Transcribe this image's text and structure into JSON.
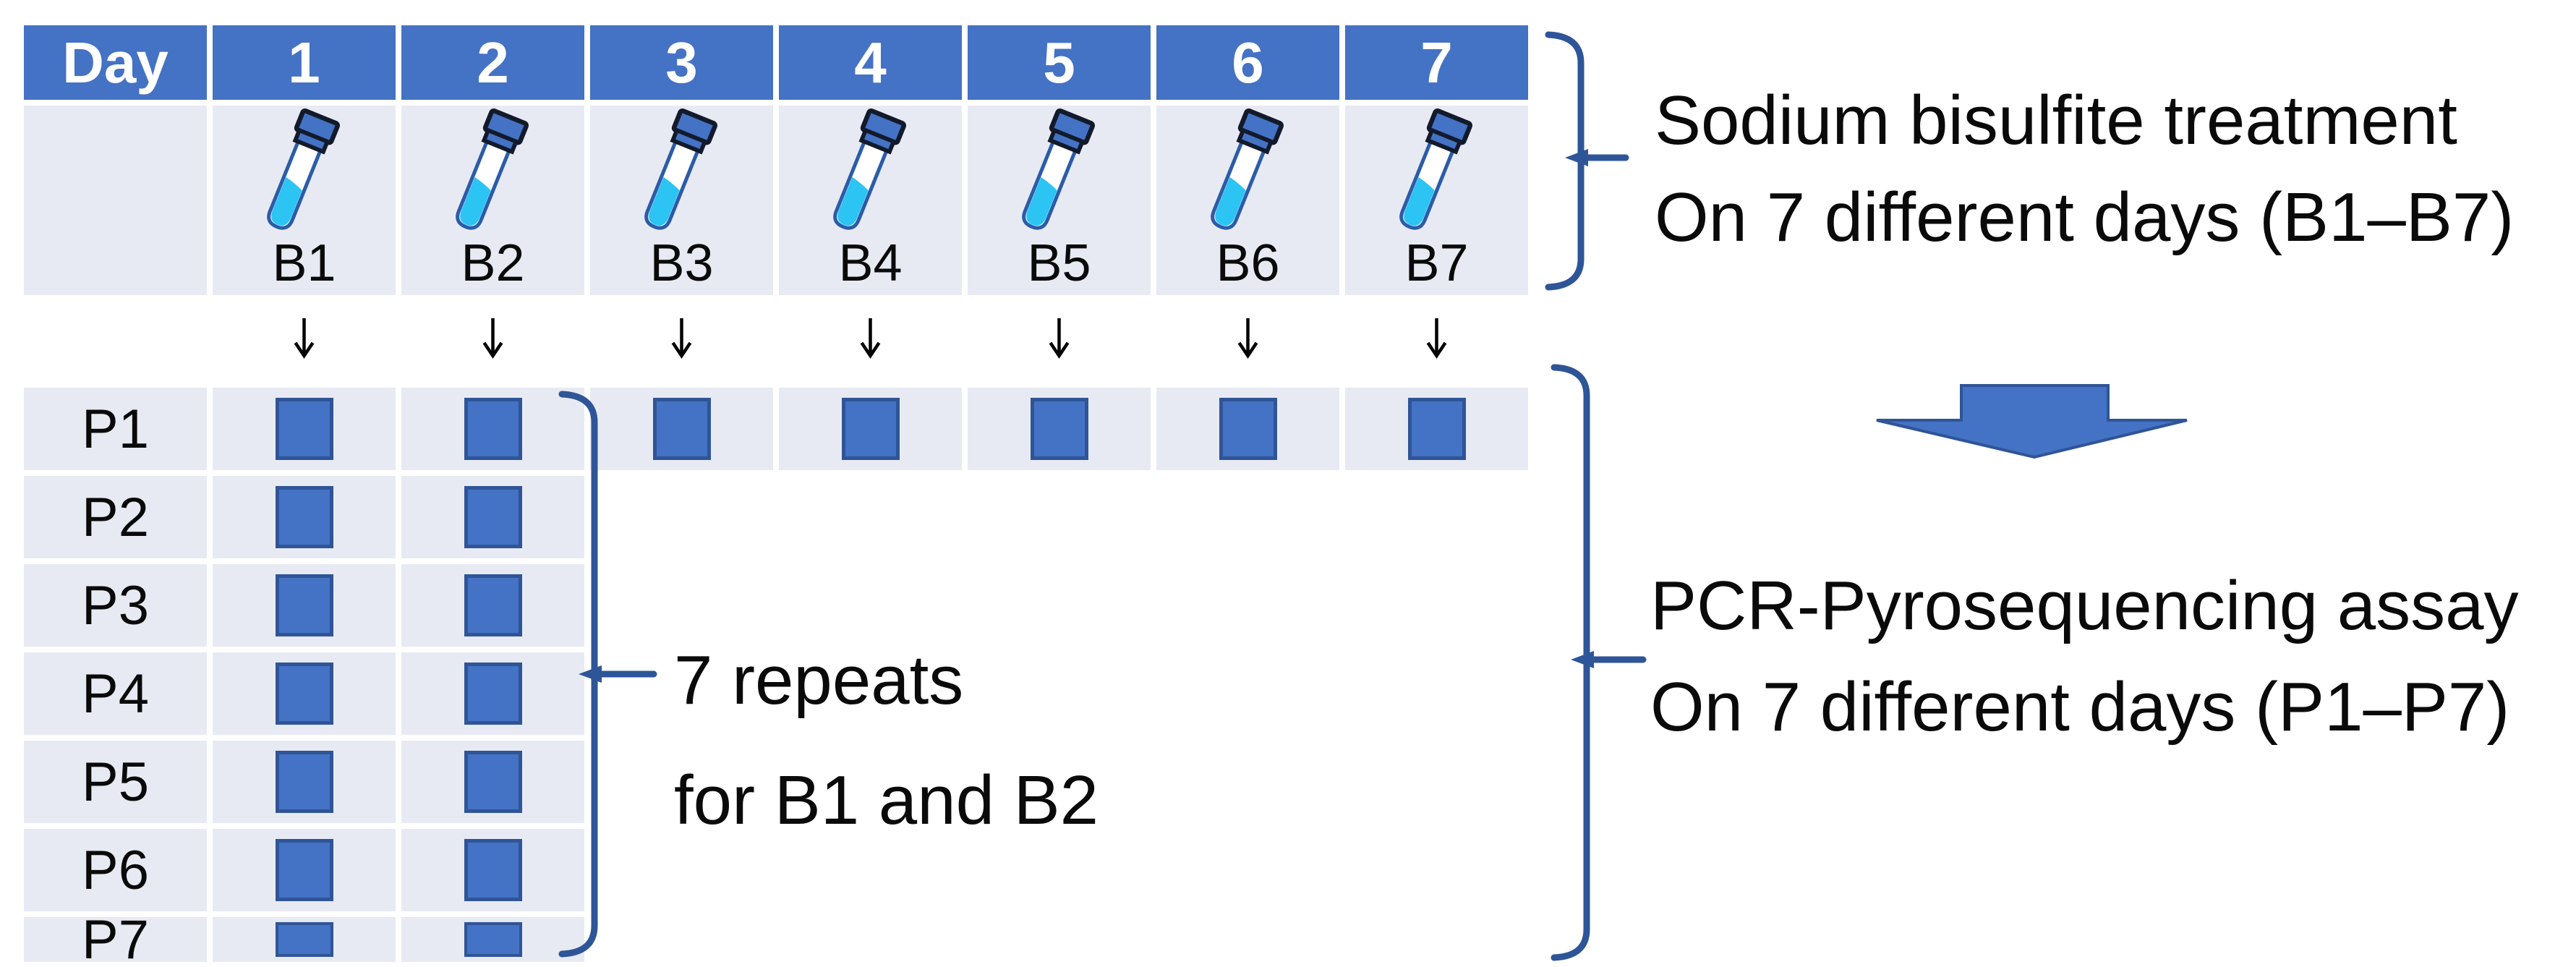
{
  "palette": {
    "header_blue": "#4472C4",
    "cell_bg": "#E8EAF3",
    "square_fill": "#4472C4",
    "square_border": "#2F5597",
    "accent_dark": "#2E5597",
    "big_arrow_fill": "#4472C4",
    "tube_outline": "#2B5CA8",
    "tube_liquid": "#2BC4F3",
    "tube_cap_fill": "#4472C4",
    "tube_cap_outline": "#121A2B",
    "flow_arrow_black": "#000000",
    "text_color": "#0A0A0A"
  },
  "b_table": {
    "header": [
      "Day",
      "1",
      "2",
      "3",
      "4",
      "5",
      "6",
      "7"
    ],
    "tube_labels": [
      "B1",
      "B2",
      "B3",
      "B4",
      "B5",
      "B6",
      "B7"
    ]
  },
  "p_table": {
    "rows": [
      {
        "label": "P1",
        "squares": 7
      },
      {
        "label": "P2",
        "squares": 2
      },
      {
        "label": "P3",
        "squares": 2
      },
      {
        "label": "P4",
        "squares": 2
      },
      {
        "label": "P5",
        "squares": 2
      },
      {
        "label": "P6",
        "squares": 2
      },
      {
        "label": "P7",
        "squares": 2
      }
    ]
  },
  "annotations": {
    "bisulfite": {
      "line1": "Sodium bisulfite treatment",
      "line2": "On 7 different days (B1–B7)"
    },
    "repeats": {
      "line1": "7 repeats",
      "line2": "for B1 and B2"
    },
    "pcr": {
      "line1": "PCR-Pyrosequencing assay",
      "line2": "On 7 different days (P1–P7)"
    }
  },
  "icons": {
    "tube": "test-tube-icon",
    "small_arrow": "down-arrow-icon",
    "big_arrow": "big-down-arrow-icon",
    "brace": "curly-brace"
  }
}
